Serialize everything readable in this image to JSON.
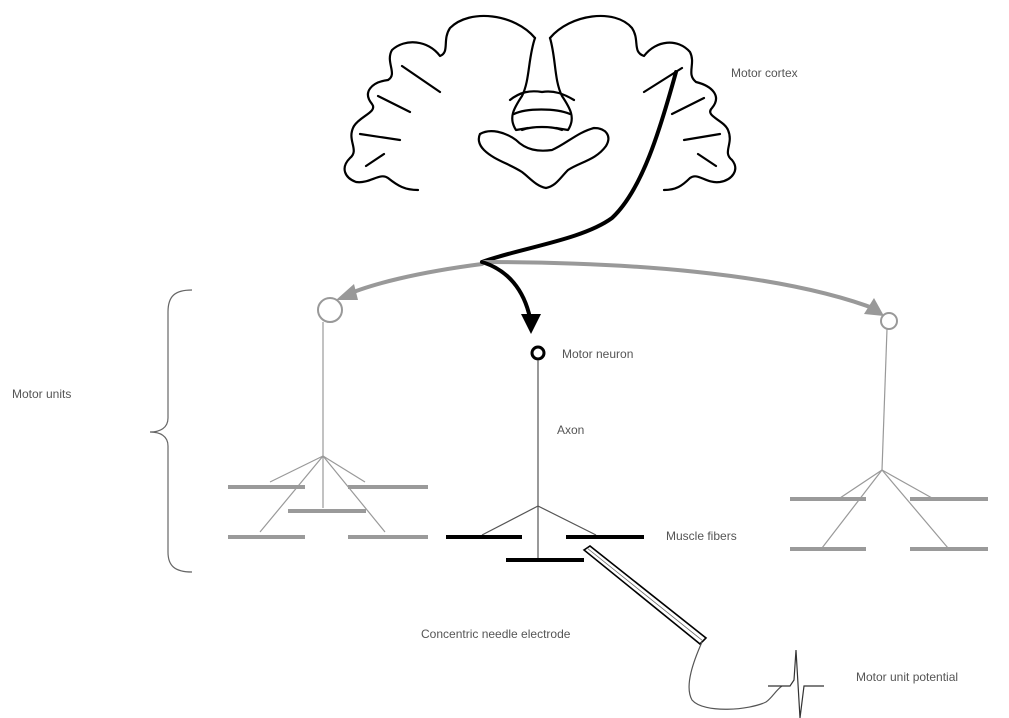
{
  "labels": {
    "motor_cortex": "Motor cortex",
    "motor_units": "Motor units",
    "motor_neuron": "Motor neuron",
    "axon": "Axon",
    "muscle_fibers": "Muscle fibers",
    "electrode": "Concentric needle electrode",
    "potential": "Motor unit potential"
  },
  "colors": {
    "active": "#000000",
    "inactive": "#999999",
    "text": "#555555"
  }
}
